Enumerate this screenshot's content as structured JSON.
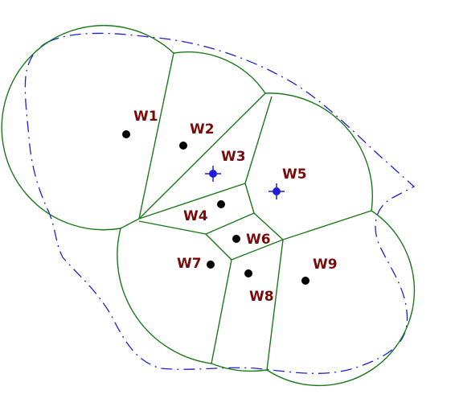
{
  "diagram": {
    "colors": {
      "boundary": "#1a7a1a",
      "outline": "#1f1fd6",
      "label": "#7a0a0a",
      "point": "#000000",
      "marked_point": "#1f1fd6"
    },
    "sites": [
      {
        "id": "w1",
        "label": "W1",
        "marked": false
      },
      {
        "id": "w2",
        "label": "W2",
        "marked": false
      },
      {
        "id": "w3",
        "label": "W3",
        "marked": true
      },
      {
        "id": "w4",
        "label": "W4",
        "marked": false
      },
      {
        "id": "w5",
        "label": "W5",
        "marked": true
      },
      {
        "id": "w6",
        "label": "W6",
        "marked": false
      },
      {
        "id": "w7",
        "label": "W7",
        "marked": false
      },
      {
        "id": "w8",
        "label": "W8",
        "marked": false
      },
      {
        "id": "w9",
        "label": "W9",
        "marked": false
      }
    ]
  }
}
